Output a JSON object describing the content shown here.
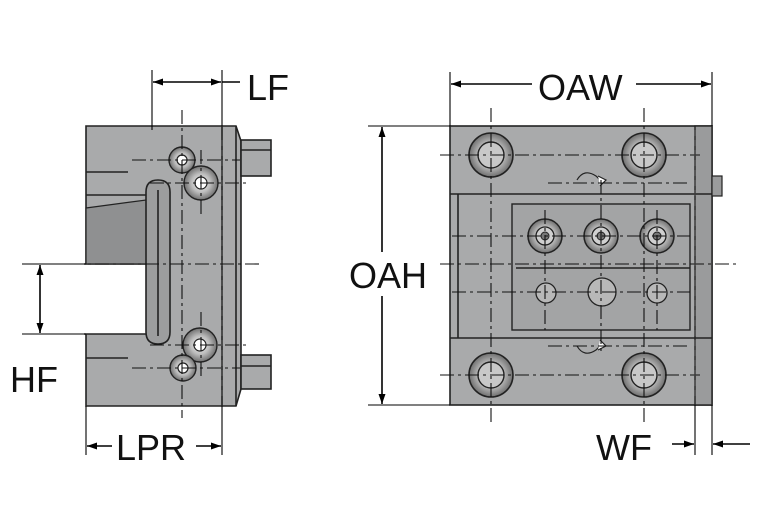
{
  "dimensions": {
    "lf": "LF",
    "oaw": "OAW",
    "oah": "OAH",
    "hf": "HF",
    "lpr": "LPR",
    "wf": "WF"
  },
  "colors": {
    "body": "#a9aaab",
    "body_dark": "#8f9091",
    "line": "#000000",
    "background": "#ffffff"
  }
}
